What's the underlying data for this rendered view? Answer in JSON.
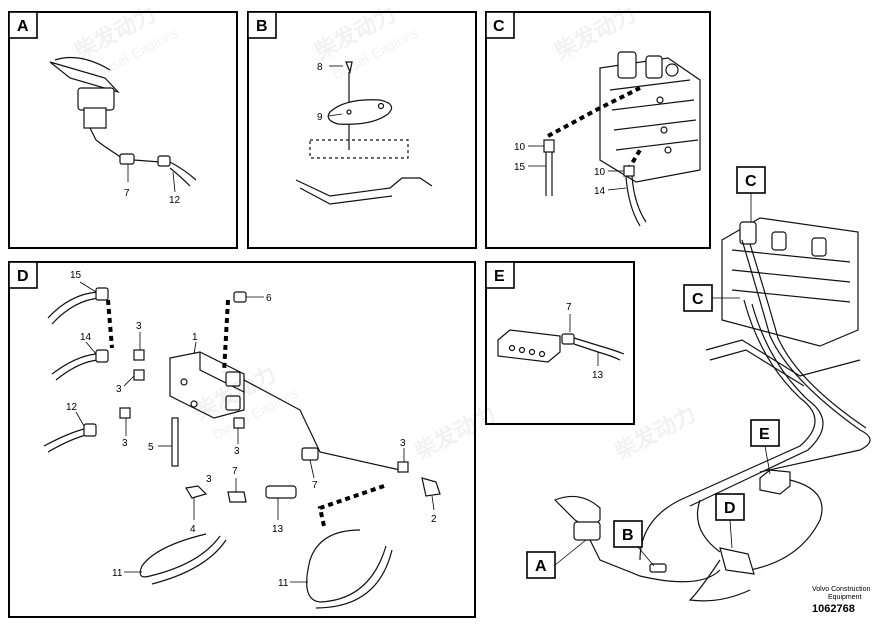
{
  "panels": {
    "a": {
      "tag": "A",
      "labels": {
        "l7": "7",
        "l12": "12"
      }
    },
    "b": {
      "tag": "B",
      "labels": {
        "l8": "8",
        "l9": "9"
      }
    },
    "c": {
      "tag": "C",
      "labels": {
        "l10a": "10",
        "l15": "15",
        "l10b": "10",
        "l14": "14"
      }
    },
    "d": {
      "tag": "D",
      "labels": {
        "l15": "15",
        "l6": "6",
        "l3a": "3",
        "l1": "1",
        "l14": "14",
        "l3b": "3",
        "l12": "12",
        "l3c": "3",
        "l3d": "3",
        "l5": "5",
        "l3e": "3",
        "l3f": "3",
        "l7a": "7",
        "l7b": "7",
        "l4": "4",
        "l13": "13",
        "l2": "2",
        "l11a": "11",
        "l11b": "11"
      }
    },
    "e": {
      "tag": "E",
      "labels": {
        "l7": "7",
        "l13": "13"
      }
    }
  },
  "overview": {
    "tags": {
      "c1": "C",
      "c2": "C",
      "e": "E",
      "d": "D",
      "b": "B",
      "a": "A"
    }
  },
  "footer": {
    "line1": "Volvo Construction",
    "line2": "Equipment",
    "code": "1062768"
  },
  "watermark": {
    "brand": "柴发动力",
    "sub": "Diesel-Engines"
  }
}
